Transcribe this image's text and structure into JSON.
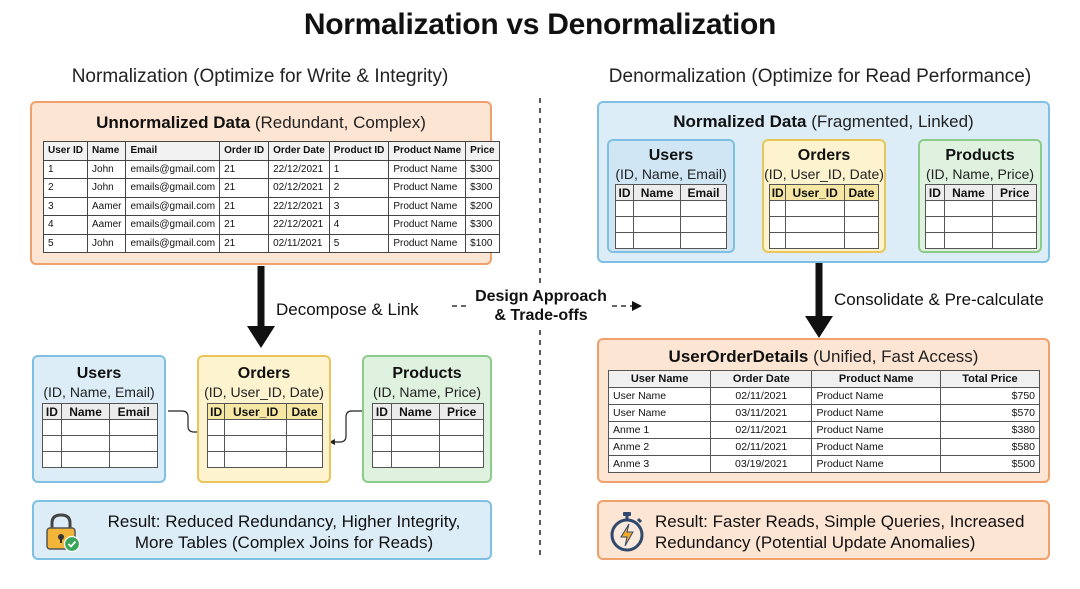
{
  "title": "Normalization vs Denormalization",
  "left": {
    "subtitle": "Normalization (Optimize for Write & Integrity)",
    "unnormalized": {
      "title_bold": "Unnormalized Data",
      "title_rest": " (Redundant, Complex)",
      "columns": [
        "User ID",
        "Name",
        "Email",
        "Order ID",
        "Order Date",
        "Product ID",
        "Product Name",
        "Price"
      ],
      "rows": [
        [
          "1",
          "John",
          "emails@gmail.com",
          "21",
          "22/12/2021",
          "1",
          "Product Name",
          "$300"
        ],
        [
          "2",
          "John",
          "emails@gmail.com",
          "21",
          "02/12/2021",
          "2",
          "Product Name",
          "$300"
        ],
        [
          "3",
          "Aamer",
          "emails@gmail.com",
          "21",
          "22/12/2021",
          "3",
          "Product Name",
          "$200"
        ],
        [
          "4",
          "Aamer",
          "emails@gmail.com",
          "21",
          "22/12/2021",
          "4",
          "Product Name",
          "$300"
        ],
        [
          "5",
          "John",
          "emails@gmail.com",
          "21",
          "02/11/2021",
          "5",
          "Product Name",
          "$100"
        ]
      ]
    },
    "arrow_label": "Decompose & Link",
    "users": {
      "name": "Users",
      "fields": "(ID, Name, Email)",
      "columns": [
        "ID",
        "Name",
        "Email"
      ]
    },
    "orders": {
      "name": "Orders",
      "fields": "(ID, User_ID, Date)",
      "columns": [
        "ID",
        "User_ID",
        "Date"
      ]
    },
    "products": {
      "name": "Products",
      "fields": "(ID, Name, Price)",
      "columns": [
        "ID",
        "Name",
        "Price"
      ]
    },
    "result": {
      "line1": "Result: Reduced Redundancy, Higher Integrity,",
      "line2": "More Tables (Complex Joins for Reads)"
    }
  },
  "center": {
    "line1": "Design Approach",
    "line2": "& Trade-offs"
  },
  "right": {
    "subtitle": "Denormalization (Optimize for Read Performance)",
    "normalized": {
      "title_bold": "Normalized Data",
      "title_rest": " (Fragmented, Linked)"
    },
    "users": {
      "name": "Users",
      "fields": "(ID, Name, Email)",
      "columns": [
        "ID",
        "Name",
        "Email"
      ]
    },
    "orders": {
      "name": "Orders",
      "fields": "(ID, User_ID, Date)",
      "columns": [
        "ID",
        "User_ID",
        "Date"
      ]
    },
    "products": {
      "name": "Products",
      "fields": "(ID, Name, Price)",
      "columns": [
        "ID",
        "Name",
        "Price"
      ]
    },
    "arrow_label": "Consolidate & Pre-calculate",
    "details": {
      "title_bold": "UserOrderDetails",
      "title_rest": " (Unified, Fast Access)",
      "columns": [
        "User Name",
        "Order Date",
        "Product Name",
        "Total Price"
      ],
      "rows": [
        [
          "User Name",
          "02/11/2021",
          "Product Name",
          "$750"
        ],
        [
          "User Name",
          "03/11/2021",
          "Product Name",
          "$570"
        ],
        [
          "Anme 1",
          "02/11/2021",
          "Product Name",
          "$380"
        ],
        [
          "Anme 2",
          "02/11/2021",
          "Product Name",
          "$580"
        ],
        [
          "Anme 3",
          "03/19/2021",
          "Product Name",
          "$500"
        ]
      ]
    },
    "result": {
      "line1": "Result: Faster Reads, Simple Queries, Increased",
      "line2": "Redundancy (Potential Update Anomalies)"
    }
  },
  "icons": {
    "left_result": "lock-check-icon",
    "right_result": "stopwatch-bolt-icon"
  },
  "colors": {
    "orange": "#f0a06a",
    "blue": "#7fc0e2",
    "green": "#8ccc8a",
    "yellow": "#e8c45a"
  }
}
